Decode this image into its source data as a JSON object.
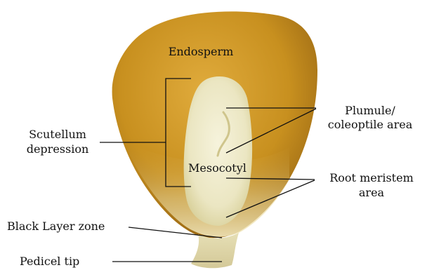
{
  "diagram": {
    "labels": {
      "endosperm": "Endosperm",
      "plumule": [
        "Plumule/",
        "coleoptile area"
      ],
      "scutellum": [
        "Scutellum",
        "depression"
      ],
      "mesocotyl": "Mesocotyl",
      "root_meristem": [
        "Root meristem",
        "area"
      ],
      "black_layer": "Black Layer zone",
      "pedicel_tip": "Pedicel tip"
    },
    "colors": {
      "kernel_gold": "#c8901f",
      "kernel_dark": "#8a5a10",
      "germ_cream": "#ece8c6",
      "leader_line": "#111111"
    }
  }
}
